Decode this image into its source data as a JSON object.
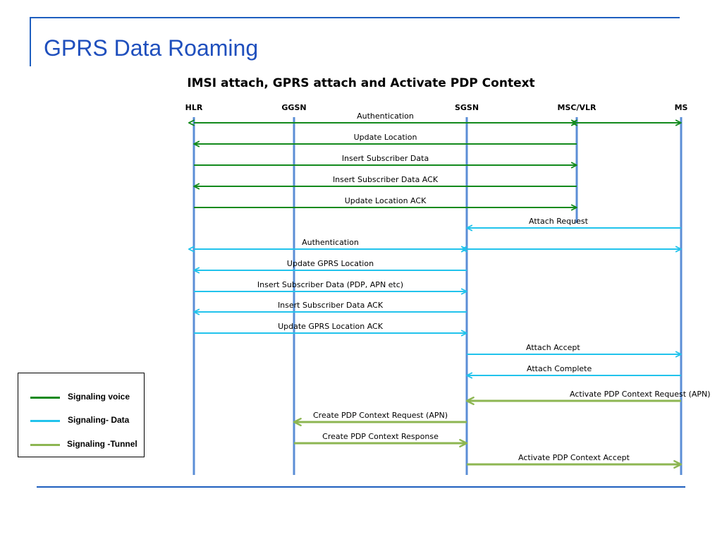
{
  "slide": {
    "title": "GPRS Data Roaming"
  },
  "diagram": {
    "title": "IMSI attach, GPRS attach and Activate PDP Context",
    "entities": [
      {
        "id": "hlr",
        "label": "HLR"
      },
      {
        "id": "ggsn",
        "label": "GGSN"
      },
      {
        "id": "sgsn",
        "label": "SGSN"
      },
      {
        "id": "msc",
        "label": "MSC/VLR"
      },
      {
        "id": "ms",
        "label": "MS"
      }
    ],
    "colors": {
      "voice": "#138a1d",
      "data": "#22c3ec",
      "tunnel": "#8db652",
      "lifeline": "#5b8ed6"
    },
    "messages": [
      {
        "label": "Authentication",
        "from": "hlr",
        "to": "msc",
        "type": "voice",
        "bidirectional": true
      },
      {
        "label": "",
        "from": "msc",
        "to": "ms",
        "type": "voice",
        "bidirectional": true
      },
      {
        "label": "Update Location",
        "from": "msc",
        "to": "hlr",
        "type": "voice"
      },
      {
        "label": "Insert Subscriber Data",
        "from": "hlr",
        "to": "msc",
        "type": "voice"
      },
      {
        "label": "Insert Subscriber Data ACK",
        "from": "msc",
        "to": "hlr",
        "type": "voice"
      },
      {
        "label": "Update Location ACK",
        "from": "hlr",
        "to": "msc",
        "type": "voice"
      },
      {
        "label": "Attach Request",
        "from": "ms",
        "to": "sgsn",
        "type": "data"
      },
      {
        "label": "Authentication",
        "from": "hlr",
        "to": "sgsn",
        "type": "data",
        "bidirectional": true
      },
      {
        "label": "",
        "from": "sgsn",
        "to": "ms",
        "type": "data",
        "bidirectional": true
      },
      {
        "label": "Update GPRS Location",
        "from": "sgsn",
        "to": "hlr",
        "type": "data"
      },
      {
        "label": "Insert Subscriber Data (PDP, APN etc)",
        "from": "hlr",
        "to": "sgsn",
        "type": "data"
      },
      {
        "label": "Insert Subscriber Data ACK",
        "from": "sgsn",
        "to": "hlr",
        "type": "data"
      },
      {
        "label": "Update GPRS Location ACK",
        "from": "hlr",
        "to": "sgsn",
        "type": "data"
      },
      {
        "label": "Attach Accept",
        "from": "sgsn",
        "to": "ms",
        "type": "data"
      },
      {
        "label": "Attach Complete",
        "from": "ms",
        "to": "sgsn",
        "type": "data"
      },
      {
        "label": "Activate PDP Context Request (APN)",
        "from": "ms",
        "to": "sgsn",
        "type": "tunnel"
      },
      {
        "label": "Create PDP Context Request (APN)",
        "from": "sgsn",
        "to": "ggsn",
        "type": "tunnel"
      },
      {
        "label": "Create PDP Context Response",
        "from": "ggsn",
        "to": "sgsn",
        "type": "tunnel"
      },
      {
        "label": "Activate PDP Context Accept",
        "from": "sgsn",
        "to": "ms",
        "type": "tunnel"
      }
    ]
  },
  "legend": {
    "items": [
      {
        "label": "Signaling voice",
        "color": "#138a1d"
      },
      {
        "label": "Signaling- Data",
        "color": "#22c3ec"
      },
      {
        "label": "Signaling -Tunnel",
        "color": "#8db652"
      }
    ]
  }
}
